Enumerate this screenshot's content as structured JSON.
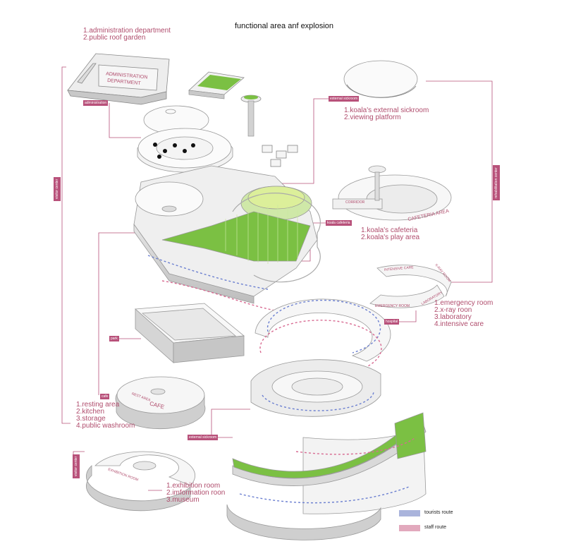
{
  "title": "functional area anf explosion",
  "notes": {
    "admin": [
      "1.administration department",
      "2.public roof garden"
    ],
    "sickroom": [
      "1.koala's external sickroom",
      "2.viewing platform"
    ],
    "cafeteria": [
      "1.koala's cafeteria",
      "2.koala's play area"
    ],
    "hospital": [
      "1.emergency room",
      "2.x-ray roon",
      "3.laboratory",
      "4.intensive care"
    ],
    "cafe": [
      "1.resting area",
      "2.kitchen",
      "3.storage",
      "4.public washroom"
    ],
    "exhibition": [
      "1.exhibition room",
      "2.imformation roon",
      "3.museum"
    ]
  },
  "tags": {
    "administration": "administration",
    "external_sickroom": "external sickroom",
    "koala_cafeteria": "koala cafeteria",
    "hospital": "hospital",
    "park": "park",
    "cafe": "cafe",
    "external_sickroom_2": "external sickroom"
  },
  "side_tags": {
    "visitor_center": "visitor center",
    "rehabilitation_center": "rehabilitation center",
    "visitor_center_2": "visitor center"
  },
  "building_labels": {
    "admin_1": "ADMINISTRATION",
    "admin_2": "DEPARTMENT",
    "cafeteria": "CAFETERIA AREA",
    "corridor": "CORRIDOR",
    "rest_area": "REST AREA",
    "cafe": "CAFE",
    "exhibition": "EXHIBITION ROOM",
    "intensive": "INTENSIVE CARE",
    "xray": "X-RAY ROOM",
    "emergency": "EMERGENCY ROOM",
    "laboratory": "LABORATORY"
  },
  "legend": [
    {
      "label": "tourists route",
      "color": "#aab4dc"
    },
    {
      "label": "staff route",
      "color": "#e2a9bd"
    }
  ],
  "colors": {
    "accent": "#b8517a",
    "green": "#7bc043",
    "blue_route": "#6b7fd0",
    "pink_route": "#d86b92"
  }
}
